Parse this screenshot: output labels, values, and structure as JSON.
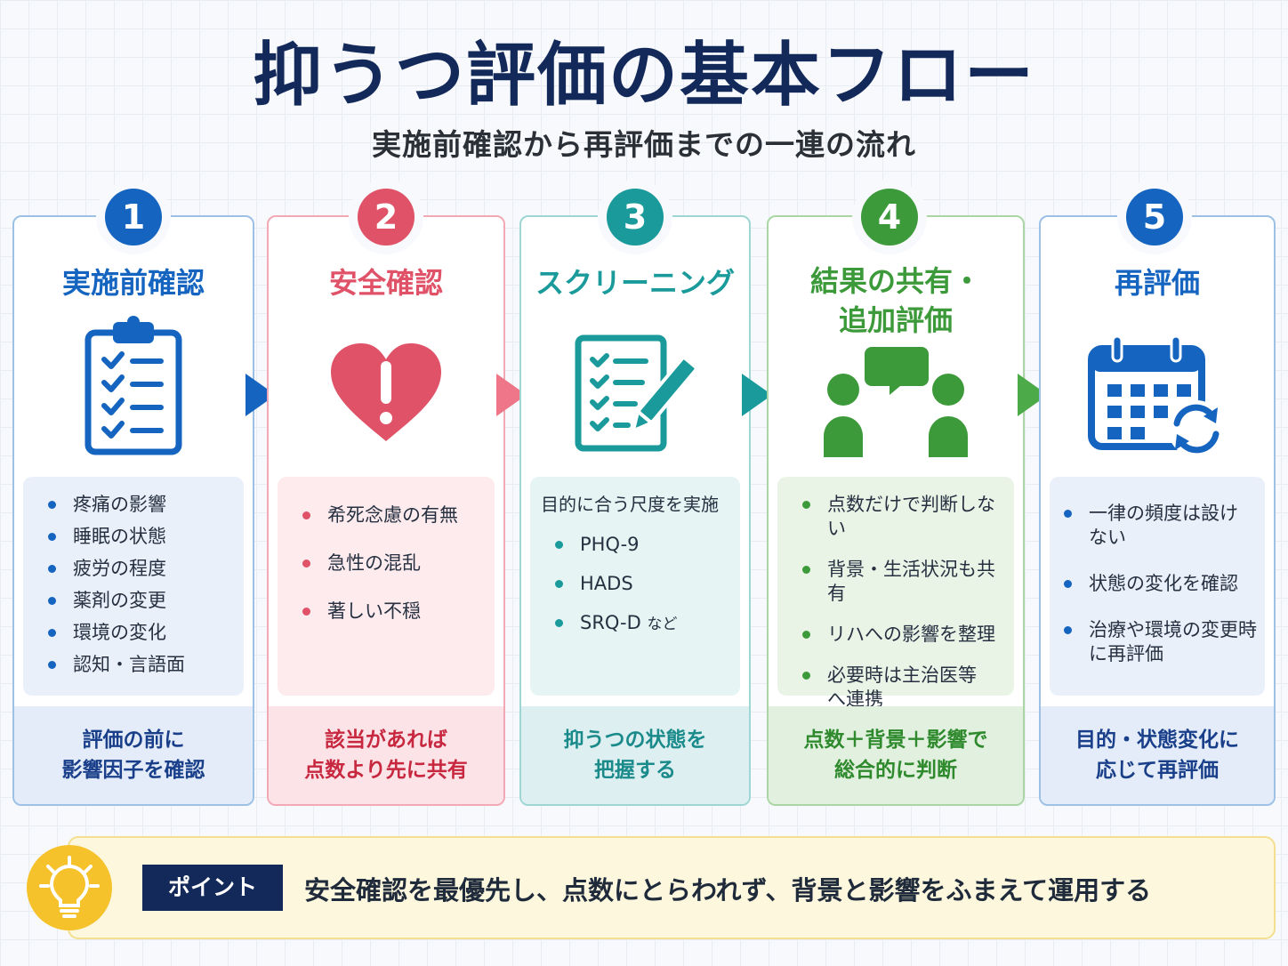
{
  "title": "抑うつ評価の基本フロー",
  "subtitle": "実施前確認から再評価までの一連の流れ",
  "steps": [
    {
      "number": "1",
      "title": "実施前確認",
      "icon": "clipboard-checklist-icon",
      "color": "#1565c0",
      "items": [
        "疼痛の影響",
        "睡眠の状態",
        "疲労の程度",
        "薬剤の変更",
        "環境の変化",
        "認知・言語面"
      ],
      "footer_line1": "評価の前に",
      "footer_line2": "影響因子を確認"
    },
    {
      "number": "2",
      "title": "安全確認",
      "icon": "heart-alert-icon",
      "color": "#e05268",
      "items": [
        "希死念慮の有無",
        "急性の混乱",
        "著しい不穏"
      ],
      "footer_line1": "該当があれば",
      "footer_line2": "点数より先に共有"
    },
    {
      "number": "3",
      "title": "スクリーニング",
      "icon": "document-pencil-icon",
      "color": "#1a9a9a",
      "lead": "目的に合う尺度を実施",
      "items": [
        "PHQ-9",
        "HADS",
        "SRQ-D"
      ],
      "items_suffix": "など",
      "footer_line1": "抑うつの状態を",
      "footer_line2": "把握する"
    },
    {
      "number": "4",
      "title_line1": "結果の共有・",
      "title_line2": "追加評価",
      "icon": "people-talk-icon",
      "color": "#3d9a3a",
      "items": [
        "点数だけで判断しない",
        "背景・生活状況も共有",
        "リハへの影響を整理",
        "必要時は主治医等へ連携"
      ],
      "footer_line1": "点数＋背景＋影響で",
      "footer_line2": "総合的に判断"
    },
    {
      "number": "5",
      "title": "再評価",
      "icon": "calendar-refresh-icon",
      "color": "#1565c0",
      "items": [
        "一律の頻度は設けない",
        "状態の変化を確認",
        "治療や環境の変更時に再評価"
      ],
      "footer_line1": "目的・状態変化に",
      "footer_line2": "応じて再評価"
    }
  ],
  "point": {
    "tag": "ポイント",
    "text": "安全確認を最優先し、点数にとらわれず、背景と影響をふまえて運用する",
    "icon": "lightbulb-icon"
  }
}
